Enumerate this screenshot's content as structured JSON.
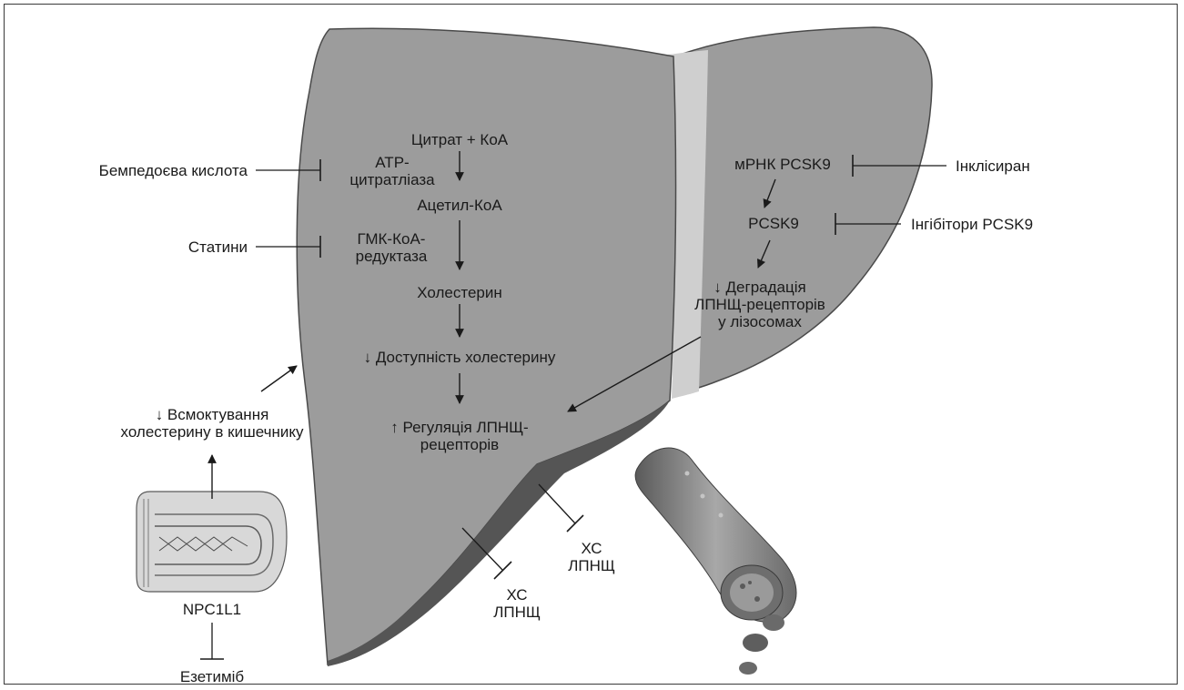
{
  "liver_left": {
    "citrate_coa": "Цитрат + КоА",
    "atp_citrate_lyase": "АТР-\nцитратліаза",
    "acetyl_coa": "Ацетил-КоА",
    "hmg_coa_reductase": "ГМК-КоА-\nредуктаза",
    "cholesterol": "Холестерин",
    "cholesterol_availability": "↓ Доступність холестерину",
    "ldl_receptor_regulation": "↑ Регуляція ЛПНЩ-\nрецепторів"
  },
  "liver_right": {
    "mrna_pcsk9": "мРНК PCSK9",
    "pcsk9": "PCSK9",
    "receptor_degradation": "↓ Деградація\nЛПНЩ-рецепторів\nу лізосомах"
  },
  "inhibitors": {
    "bempedoic_acid": "Бемпедоєва кислота",
    "statins": "Статини",
    "inclisiran": "Інклісиран",
    "pcsk9_inhibitors": "Інгібітори PCSK9",
    "ezetimibe": "Езетиміб"
  },
  "intestine": {
    "absorption": "↓ Всмоктування\nхолестерину в кишечнику",
    "npc1l1": "NPC1L1"
  },
  "ldl_labels": {
    "ldl_a": "ХС\nЛПНЩ",
    "ldl_b": "ХС\nЛПНЩ"
  },
  "colors": {
    "liver": "#9c9c9c",
    "liver_edge": "#4a4a4a",
    "ink": "#1a1a1a",
    "vessel": "#7d7d7d"
  }
}
